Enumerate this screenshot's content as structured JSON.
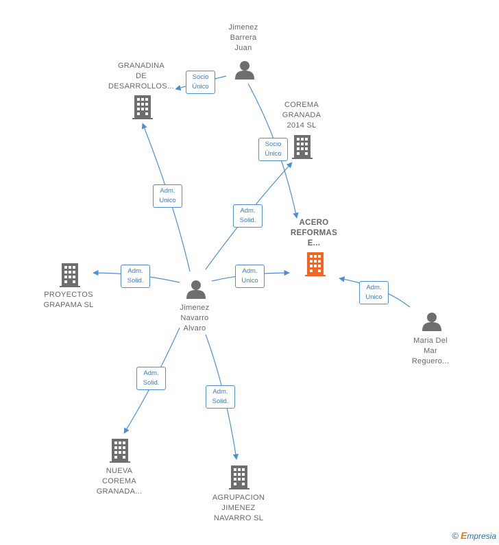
{
  "colors": {
    "edge": "#4a90d9",
    "icon": "#6e6e6e",
    "focus_icon": "#f26522"
  },
  "nodes": {
    "jimenez_barrera": {
      "lines": [
        "Jimenez",
        "Barrera",
        "Juan"
      ],
      "icon": "person-icon"
    },
    "granadina": {
      "lines": [
        "GRANADINA",
        "DE",
        "DESARROLLOS..."
      ],
      "icon": "building-icon"
    },
    "corema_2014": {
      "lines": [
        "COREMA",
        "GRANADA",
        "2014  SL"
      ],
      "icon": "building-icon"
    },
    "acero": {
      "lines": [
        "ACERO",
        "REFORMAS",
        "E..."
      ],
      "icon": "building-icon",
      "focus": true
    },
    "proyectos": {
      "lines": [
        "PROYECTOS",
        "GRAPAMA SL"
      ],
      "icon": "building-icon"
    },
    "jimenez_navarro": {
      "lines": [
        "Jimenez",
        "Navarro",
        "Alvaro"
      ],
      "icon": "person-icon"
    },
    "maria": {
      "lines": [
        "Maria Del",
        "Mar",
        "Reguero..."
      ],
      "icon": "person-icon"
    },
    "nueva_corema": {
      "lines": [
        "NUEVA",
        "COREMA",
        "GRANADA..."
      ],
      "icon": "building-icon"
    },
    "agrupacion": {
      "lines": [
        "AGRUPACION",
        "JIMENEZ",
        "NAVARRO  SL"
      ],
      "icon": "building-icon"
    }
  },
  "edges": [
    {
      "id": "e1",
      "lines": [
        "Socio",
        "Único"
      ]
    },
    {
      "id": "e2",
      "lines": [
        "Socio",
        "Único"
      ]
    },
    {
      "id": "e3",
      "lines": [
        "Adm.",
        "Unico"
      ]
    },
    {
      "id": "e4",
      "lines": [
        "Adm.",
        "Solid."
      ]
    },
    {
      "id": "e5",
      "lines": [
        "Adm.",
        "Solid."
      ]
    },
    {
      "id": "e6",
      "lines": [
        "Adm.",
        "Unico"
      ]
    },
    {
      "id": "e7",
      "lines": [
        "Adm.",
        "Unico"
      ]
    },
    {
      "id": "e8",
      "lines": [
        "Adm.",
        "Solid."
      ]
    },
    {
      "id": "e9",
      "lines": [
        "Adm.",
        "Solid."
      ]
    }
  ],
  "footer": {
    "copyright": "©",
    "brand_first": "E",
    "brand_rest": "mpresia"
  }
}
